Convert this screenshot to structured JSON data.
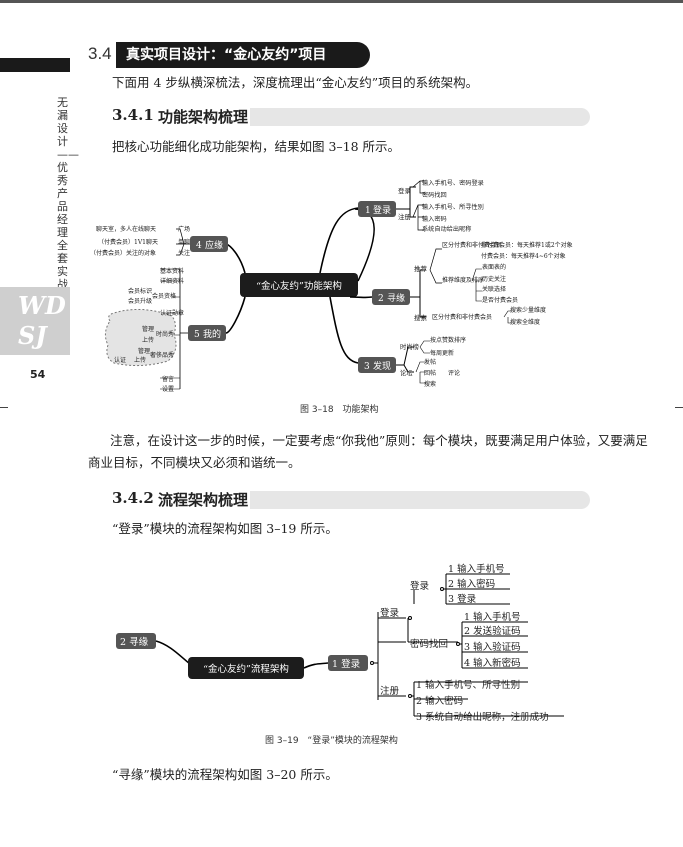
{
  "section": {
    "number": "3.4",
    "title": "真实项目设计：“金心友约”项目"
  },
  "intro": "下面用 4 步纵横深梳法，深度梳理出“金心友约”项目的系统架构。",
  "sidebar": {
    "book_title": "无漏设计——优秀产品经理全套实战技巧",
    "logo": "WD SJ",
    "page_number": "54"
  },
  "s341": {
    "number": "3.4.1",
    "title": "功能架构梳理",
    "text": "把核心功能细化成功能架构，结果如图 3–18 所示。",
    "figure_caption": "图 3–18　功能架构"
  },
  "fig318": {
    "center": "“金心友约”功能架构",
    "n1": {
      "num": "1",
      "label": "登录",
      "denglu": "登录",
      "zhuce": "注册",
      "items": [
        "输入手机号、密码登录",
        "密码找回",
        "输入手机号、所寻性别",
        "输入密码",
        "系统自动给出昵称"
      ]
    },
    "n2": {
      "num": "2",
      "label": "寻缘",
      "tuijian": "推荐",
      "sousuo": "搜索",
      "b1": "区分付费和非付费会员",
      "b1a": "非付费会员：每天推荐1或2个对象",
      "b1b": "付费会员：每天推荐4~6个对象",
      "b2": "推荐维度及排序",
      "b2items": [
        "表面表的",
        "历史关注",
        "关联选择",
        "是否付费会员"
      ],
      "b3": "区分付费和非付费会员",
      "b3a": "搜索少量维度",
      "b3b": "搜索全维度"
    },
    "n3": {
      "num": "3",
      "label": "发现",
      "shishang": "时尚榜",
      "luntan": "论坛",
      "items": [
        "按点赞数排序",
        "每周更新",
        "发帖",
        "回帖",
        "评论",
        "搜索"
      ]
    },
    "n4": {
      "num": "4",
      "label": "应缘",
      "items": [
        "聊天室，多人在线聊天",
        "（付费会员）1V1聊天",
        "（付费会员）关注的对象"
      ],
      "tags": [
        "广场",
        "单聊",
        "关注"
      ]
    },
    "n5": {
      "num": "5",
      "label": "我的",
      "items": [
        "基本资料",
        "详细资料",
        "会员标识",
        "会员升级",
        "会员资格",
        "认证勋章",
        "管理",
        "上传",
        "时尚秀",
        "管理",
        "上传",
        "认证",
        "奢侈品秀",
        "留言",
        "设置"
      ]
    }
  },
  "note": "注意，在设计这一步的时候，一定要考虑“你我他”原则：每个模块，既要满足用户体验，又要满足商业目标，不同模块又必须和谐统一。",
  "s342": {
    "number": "3.4.2",
    "title": "流程架构梳理",
    "text": "“登录”模块的流程架构如图 3–19 所示。",
    "figure_caption": "图 3–19　“登录”模块的流程架构",
    "footer_text": "“寻缘”模块的流程架构如图 3–20 所示。"
  },
  "fig319": {
    "left": "2 寻缘",
    "center": "“金心友约”流程架构",
    "main": "1 登录",
    "login": "登录",
    "login_sub": "登录",
    "login_steps": [
      "1 输入手机号",
      "2 输入密码",
      "3 登录"
    ],
    "recover": "密码找回",
    "recover_steps": [
      "1 输入手机号",
      "2 发送验证码",
      "3 输入验证码",
      "4 输入新密码"
    ],
    "register": "注册",
    "register_steps": [
      "1 输入手机号、所寻性别",
      "2 输入密码",
      "3 系统自动给出昵称，注册成功"
    ]
  }
}
